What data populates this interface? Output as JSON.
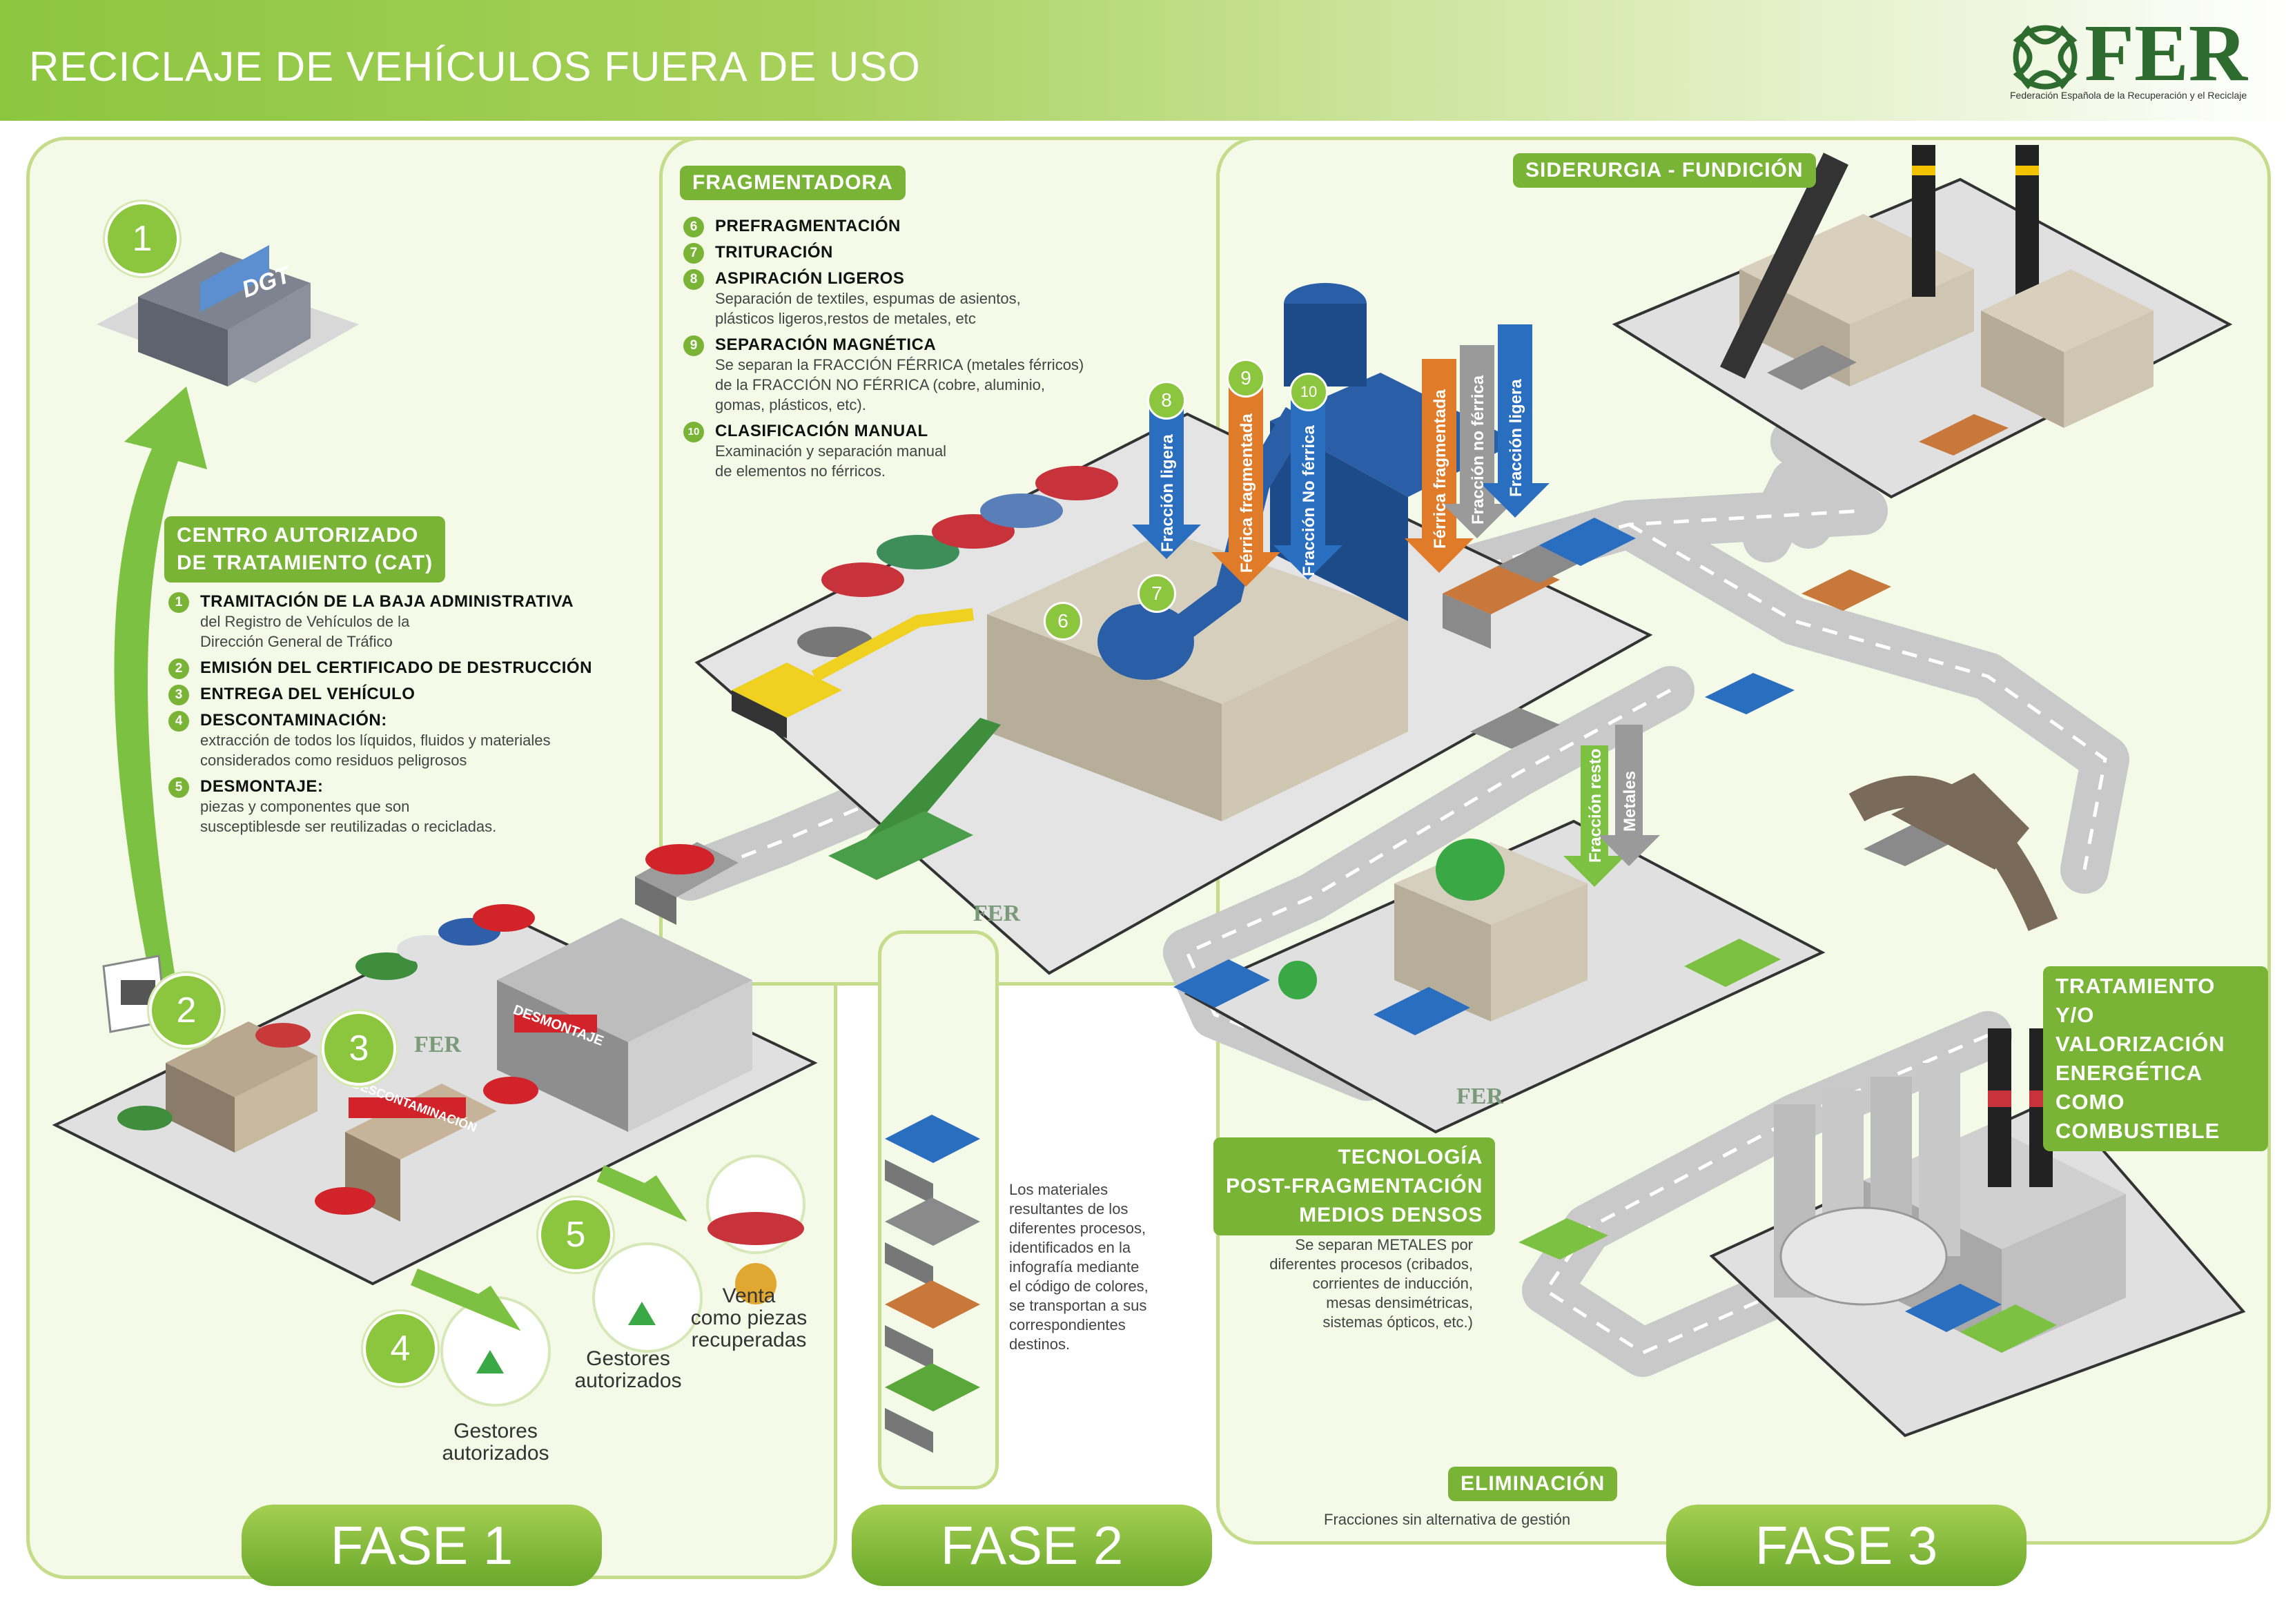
{
  "header": {
    "title": "RECICLAJE DE VEHÍCULOS FUERA DE USO",
    "logo_text": "FER",
    "logo_subtitle": "Federación Española de la Recuperación y el Reciclaje"
  },
  "phases": {
    "fase1": "FASE 1",
    "fase2": "FASE 2",
    "fase3": "FASE 3"
  },
  "cat": {
    "label": "CENTRO AUTORIZADO\nDE TRATAMIENTO (CAT)",
    "steps": [
      {
        "num": "1",
        "title": "TRAMITACIÓN DE LA BAJA ADMINISTRATIVA",
        "desc": "del Registro de Vehículos de la\nDirección General de Tráfico"
      },
      {
        "num": "2",
        "title": "EMISIÓN DEL CERTIFICADO DE DESTRUCCIÓN",
        "desc": ""
      },
      {
        "num": "3",
        "title": "ENTREGA DEL VEHÍCULO",
        "desc": ""
      },
      {
        "num": "4",
        "title": "DESCONTAMINACIÓN:",
        "desc": "extracción de todos los líquidos, fluidos y materiales\nconsiderados como residuos peligrosos"
      },
      {
        "num": "5",
        "title": "DESMONTAJE:",
        "desc": "piezas y componentes que son\nsusceptiblesde ser reutilizadas o recicladas."
      }
    ]
  },
  "fragmentadora": {
    "label": "FRAGMENTADORA",
    "steps": [
      {
        "num": "6",
        "title": "PREFRAGMENTACIÓN",
        "desc": ""
      },
      {
        "num": "7",
        "title": "TRITURACIÓN",
        "desc": ""
      },
      {
        "num": "8",
        "title": "ASPIRACIÓN LIGEROS",
        "desc": "Separación de textiles, espumas de asientos,\nplásticos ligeros,restos de metales, etc"
      },
      {
        "num": "9",
        "title": "SEPARACIÓN MAGNÉTICA",
        "desc": "Se separan la FRACCIÓN FÉRRICA (metales férricos)\nde la FRACCIÓN NO FÉRRICA (cobre, aluminio,\ngomas, plásticos, etc)."
      },
      {
        "num": "10",
        "title": "CLASIFICACIÓN MANUAL",
        "desc": "Examinación y separación manual\nde elementos no férricos."
      }
    ]
  },
  "map_numbers": {
    "n1": "1",
    "n2": "2",
    "n3": "3",
    "n4": "4",
    "n5": "5",
    "n6": "6",
    "n7": "7",
    "n8": "8",
    "n9": "9",
    "n10": "10"
  },
  "building_labels": {
    "dgt": "DGT",
    "desmontaje": "DESMONTAJE",
    "descontaminacion": "DESCONTAMINACIÓN",
    "fer": "FER"
  },
  "flow_labels": {
    "fraccion_ligera": "Fracción ligera",
    "ferrica_fragmentada": "Férrica fragmentada",
    "fraccion_no_ferrica": "Fracción No férrica",
    "ferrica_fragmentada_2": "Férrica fragmentada",
    "fraccion_no_ferrica_2": "Fracción no férrica",
    "fraccion_ligera_2": "Fracción ligera",
    "fraccion_resto": "Fracción resto",
    "metales": "Metales"
  },
  "captions": {
    "gestores_4": "Gestores\nautorizados",
    "gestores_5": "Gestores\nautorizados",
    "venta": "Venta\ncomo piezas\nrecuperadas"
  },
  "materials_note": "Los materiales\nresultantes de los\ndiferentes procesos,\nidentificados en la\ninfografía mediante\nel código de colores,\nse transportan a sus\ncorrespondientes\ndestinos.",
  "siderurgia": {
    "label": "SIDERURGIA - FUNDICIÓN"
  },
  "tratamiento": {
    "label": "TRATAMIENTO Y/O VALORIZACIÓN ENERGÉTICA COMO COMBUSTIBLE"
  },
  "tecnologia": {
    "label": "TECNOLOGÍA\nPOST-FRAGMENTACIÓN\nMEDIOS DENSOS",
    "desc": "Se separan METALES por\ndiferentes procesos (cribados,\ncorrientes de inducción,\nmesas densimétricas,\nsistemas ópticos, etc.)"
  },
  "eliminacion": {
    "label": "ELIMINACIÓN",
    "desc": "Fracciones sin alternativa de gestión"
  },
  "colors": {
    "green": "#79b437",
    "light_green": "#8cc63f",
    "blue": "#1f5fb0",
    "orange": "#d2783a",
    "grey": "#9a9a9a",
    "road": "#c8c8c8"
  }
}
